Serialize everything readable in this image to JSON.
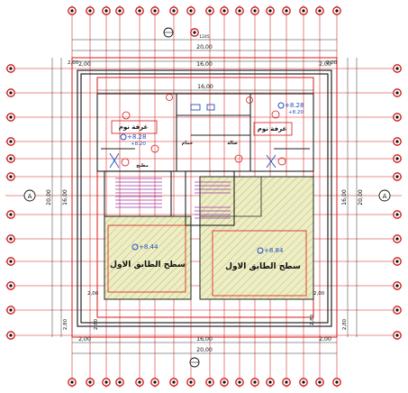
{
  "dims": {
    "top_outer": "20,00",
    "top_inner": "16,00",
    "top_side": "2,00",
    "top_small": "1245",
    "inner_top": "16,00",
    "bottom_outer": "20,00",
    "bottom_inner": "16,00",
    "bottom_side": "2,00",
    "left_outer": "20,00",
    "left_inner": "16,00",
    "left_top_side": "2,00",
    "left_bottom_side": "2,80",
    "left_bottom_2": "2,80",
    "right_outer": "20,00",
    "right_inner": "16,00",
    "right_top_side": "2,00",
    "right_bottom_side": "2,80",
    "inner_mid_2": "2,00",
    "inner_bot_280": "2,80"
  },
  "section_marker": "A",
  "rooms": {
    "bed_left": "غرفة نوم",
    "bed_right": "غرفة نوم",
    "roof_left": "سطح الطابق الاول",
    "roof_right": "سطح الطابق الاول",
    "small_1": "حمام",
    "small_2": "صالة",
    "small_3": "مطبخ"
  },
  "levels": {
    "lvl_bed_left": "+8.28",
    "lvl_bed_left_sub": "+8.20",
    "lvl_bed_right": "+8.28",
    "lvl_bed_right_sub": "+8.20",
    "lvl_roof_left": "+8.44",
    "lvl_roof_right": "+8.84"
  },
  "colors": {
    "axis": "#cc0000",
    "wall": "#222222",
    "hatch": "#e8e8b8",
    "stair": "#9a33a8",
    "level": "#1f4fbf"
  }
}
